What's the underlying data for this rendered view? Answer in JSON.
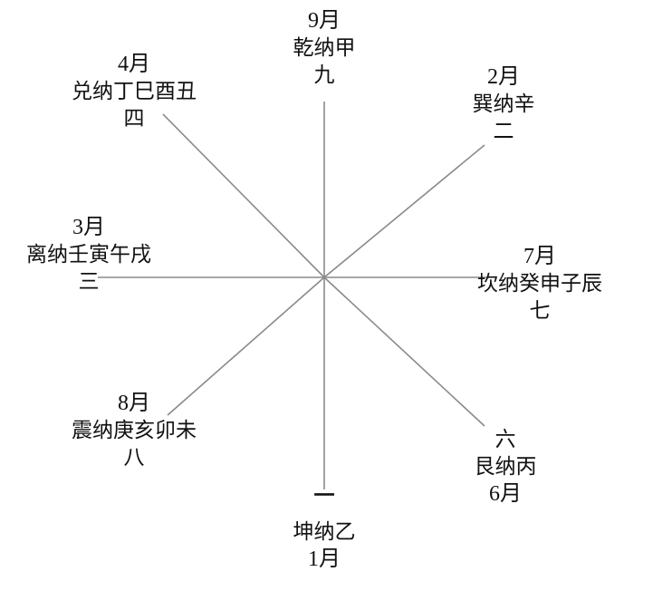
{
  "diagram": {
    "nodes": [
      {
        "id": "qian",
        "month": "9月",
        "text": "乾纳甲",
        "number": "九"
      },
      {
        "id": "xun",
        "month": "2月",
        "text": "巽纳辛",
        "number": "二"
      },
      {
        "id": "kan",
        "month": "7月",
        "text": "坎纳癸申子辰",
        "number": "七"
      },
      {
        "id": "gen",
        "number": "六",
        "text": "艮纳丙",
        "month": "6月"
      },
      {
        "id": "kun",
        "number": "一",
        "text": "坤纳乙",
        "month": "1月"
      },
      {
        "id": "zhen",
        "month": "8月",
        "text": "震纳庚亥卯未",
        "number": "八"
      },
      {
        "id": "li",
        "month": "3月",
        "text": "离纳壬寅午戌",
        "number": "三"
      },
      {
        "id": "dui",
        "month": "4月",
        "text": "兑纳丁巳酉丑",
        "number": "四"
      }
    ]
  },
  "colors": {
    "line": "#8a8a8a",
    "text": "#111111"
  }
}
